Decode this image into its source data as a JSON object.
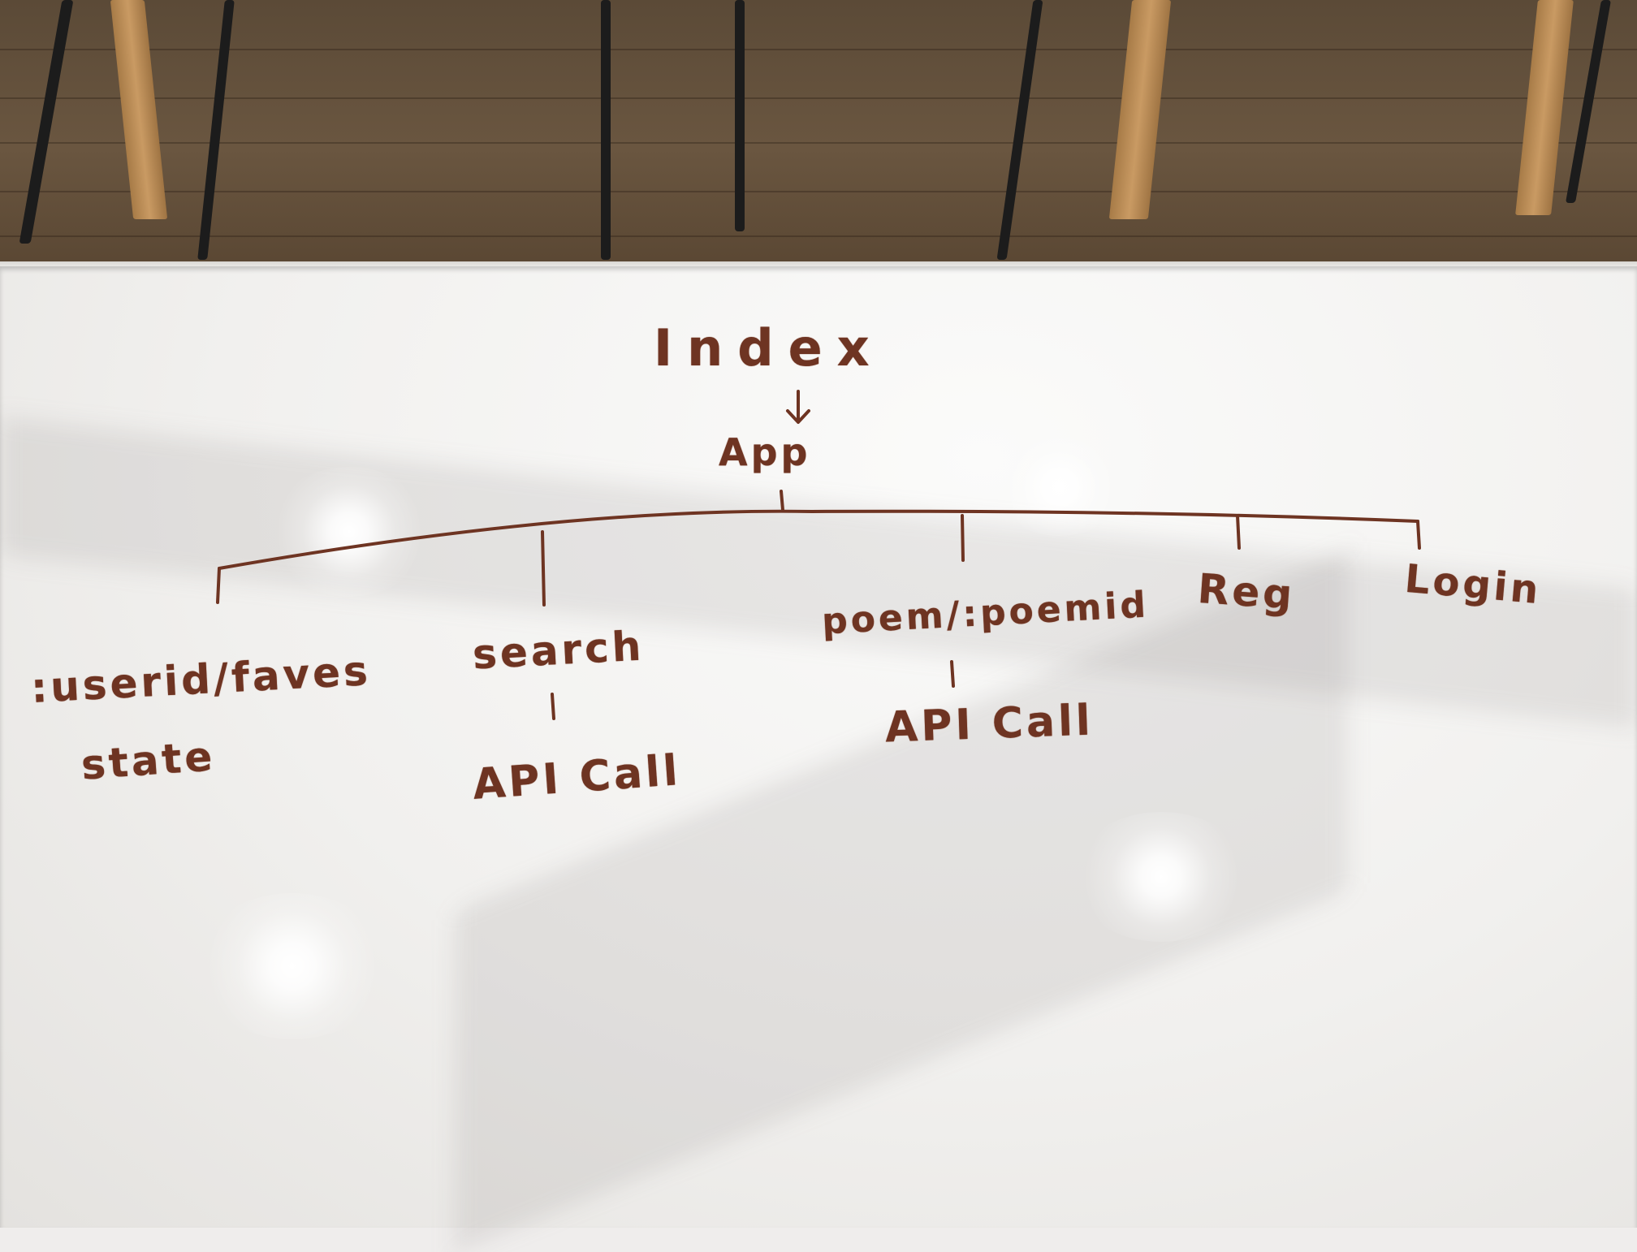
{
  "diagram": {
    "root": "Index",
    "child": "App",
    "routes": [
      {
        "label": ":userid/faves",
        "note": "state"
      },
      {
        "label": "search",
        "note": "API Call"
      },
      {
        "label": "poem/:poemid",
        "note": "API Call"
      },
      {
        "label": "Reg"
      },
      {
        "label": "Login"
      }
    ]
  },
  "ink_color": "#6e3422",
  "board_color": "#efedec"
}
